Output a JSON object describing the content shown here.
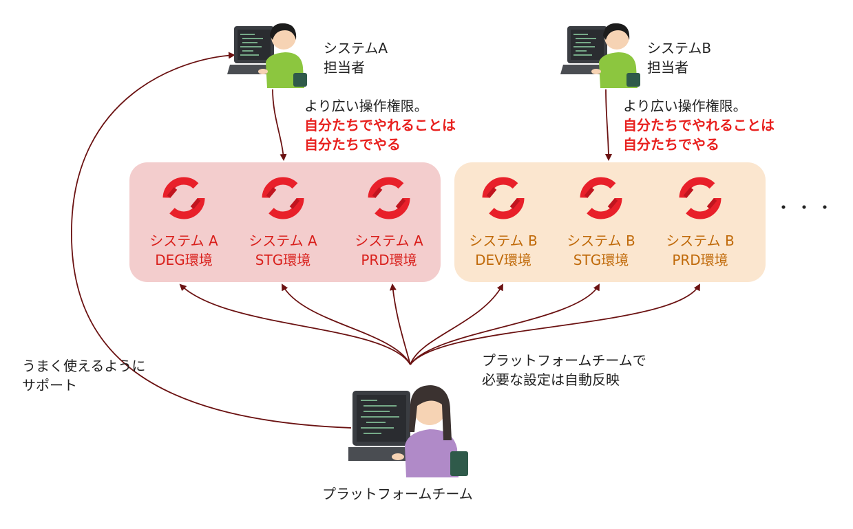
{
  "persons": {
    "system_a": {
      "line1": "システムA",
      "line2": "担当者"
    },
    "system_b": {
      "line1": "システムB",
      "line2": "担当者"
    },
    "platform_team": {
      "label": "プラットフォームチーム"
    }
  },
  "notes": {
    "system_a": {
      "line1": "より広い操作権限。",
      "line2": "自分たちでやれることは",
      "line3": "自分たちでやる"
    },
    "system_b": {
      "line1": "より広い操作権限。",
      "line2": "自分たちでやれることは",
      "line3": "自分たちでやる"
    },
    "platform": {
      "line1": "プラットフォームチームで",
      "line2": "必要な設定は自動反映"
    },
    "support": {
      "line1": "うまく使えるように",
      "line2": "サポート"
    }
  },
  "groups": {
    "a": {
      "fill": "#f3cdcd",
      "envs": [
        {
          "line1": "システム A",
          "line2": "DEG環境"
        },
        {
          "line1": "システム A",
          "line2": "STG環境"
        },
        {
          "line1": "システム A",
          "line2": "PRD環境"
        }
      ]
    },
    "b": {
      "fill": "#fbe6cf",
      "envs": [
        {
          "line1": "システム B",
          "line2": "DEV環境"
        },
        {
          "line1": "システム B",
          "line2": "STG環境"
        },
        {
          "line1": "システム B",
          "line2": "PRD環境"
        }
      ]
    }
  },
  "ellipsis": "・・・",
  "colors": {
    "arrow": "#6b1212",
    "emphasis": "#e8201e",
    "logo_red": "#e8202a",
    "env_text_a": "#d9201c",
    "env_text_b": "#c06a0a"
  }
}
